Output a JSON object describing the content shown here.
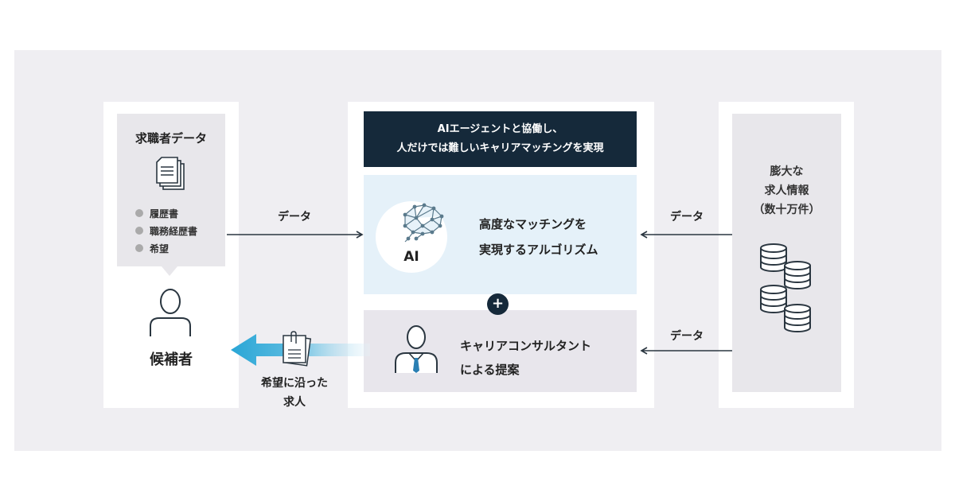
{
  "colors": {
    "background": "#efeef2",
    "header": "#15293a",
    "ai_box": "#e5f1f9",
    "consultant_box": "#e8e6ec",
    "accent_arrow": "#2aa6d6"
  },
  "candidate": {
    "data_title": "求職者データ",
    "items": [
      "履歴書",
      "職務経歴書",
      "希望"
    ],
    "label": "候補者",
    "icons": [
      "documents-icon",
      "person-icon"
    ]
  },
  "center": {
    "header_line1": "AIエージェントと協働し、",
    "header_line2": "人だけでは難しいキャリアマッチングを実現",
    "ai_label": "AI",
    "ai_text_line1": "高度なマッチングを",
    "ai_text_line2": "実現するアルゴリズム",
    "plus": "+",
    "consultant_line1": "キャリアコンサルタント",
    "consultant_line2": "による提案"
  },
  "jobs": {
    "line1": "膨大な",
    "line2": "求人情報",
    "line3": "（数十万件）",
    "icon": "database-icon"
  },
  "arrows": {
    "candidate_to_ai": "データ",
    "jobs_to_ai": "データ",
    "jobs_to_consultant": "データ",
    "result_line1": "希望に沿った",
    "result_line2": "求人"
  }
}
